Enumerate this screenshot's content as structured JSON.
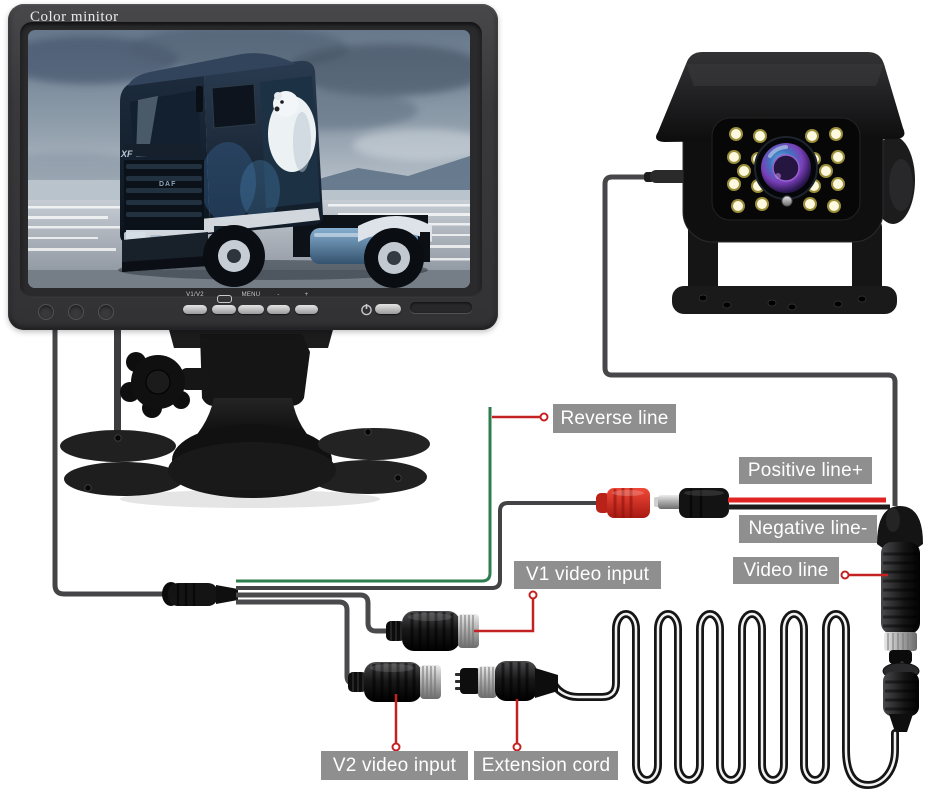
{
  "monitor": {
    "brand_label": "Color minitor",
    "controls": {
      "source_button": "V1/V2",
      "menu_button": "MENU",
      "minus_button": "-",
      "plus_button": "+"
    },
    "screen": {
      "truck_model_badge": "XF",
      "truck_brand_badge": "DAF"
    }
  },
  "labels": {
    "reverse_line": "Reverse line",
    "positive_line": "Positive line+",
    "negative_line": "Negative line-",
    "video_line": "Video line",
    "v1_input": "V1 video input",
    "v2_input": "V2 video input",
    "extension_cord": "Extension cord"
  },
  "icons": {
    "power": "power-icon",
    "source_loop": "loop-icon",
    "ir_sensors": "ir-sensor-dots"
  },
  "colors": {
    "background": "#ffffff",
    "label_background": "#8f8f8f",
    "label_text": "#fefefe",
    "pointer_red": "#c42222",
    "reverse_wire_green": "#2e7d4f",
    "positive_wire_red": "#e02424",
    "negative_wire_black": "#1c1c1c",
    "harness_wire_gray": "#4a4a4c"
  }
}
